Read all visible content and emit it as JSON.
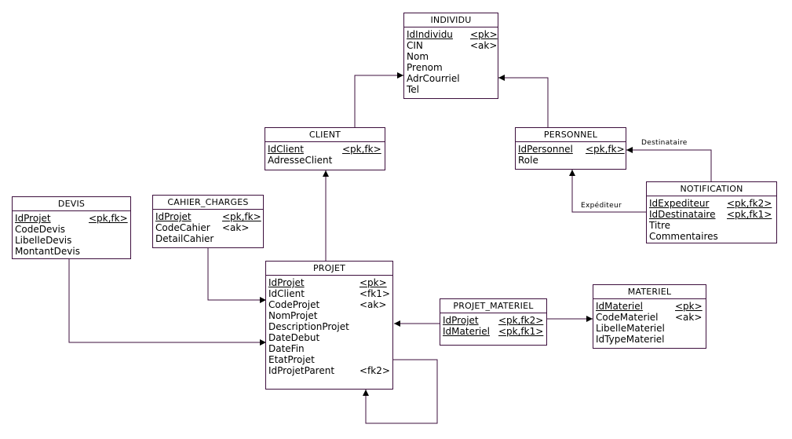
{
  "entities": {
    "individu": {
      "name": "INDIVIDU",
      "attributes": [
        {
          "name": "IdIndividu",
          "key": "<pk>",
          "pk": true
        },
        {
          "name": "CIN",
          "key": "<ak>",
          "pk": false
        },
        {
          "name": "Nom",
          "key": "",
          "pk": false
        },
        {
          "name": "Prenom",
          "key": "",
          "pk": false
        },
        {
          "name": "AdrCourriel",
          "key": "",
          "pk": false
        },
        {
          "name": "Tel",
          "key": "",
          "pk": false
        }
      ]
    },
    "client": {
      "name": "CLIENT",
      "attributes": [
        {
          "name": "IdClient",
          "key": "<pk,fk>",
          "pk": true
        },
        {
          "name": "AdresseClient",
          "key": "",
          "pk": false
        }
      ]
    },
    "personnel": {
      "name": "PERSONNEL",
      "attributes": [
        {
          "name": "IdPersonnel",
          "key": "<pk,fk>",
          "pk": true
        },
        {
          "name": "Role",
          "key": "",
          "pk": false
        }
      ]
    },
    "notification": {
      "name": "NOTIFICATION",
      "attributes": [
        {
          "name": "IdExpediteur",
          "key": "<pk,fk2>",
          "pk": true
        },
        {
          "name": "IdDestinataire",
          "key": "<pk,fk1>",
          "pk": true
        },
        {
          "name": "Titre",
          "key": "",
          "pk": false
        },
        {
          "name": "Commentaires",
          "key": "",
          "pk": false
        }
      ]
    },
    "devis": {
      "name": "DEVIS",
      "attributes": [
        {
          "name": "IdProjet",
          "key": "<pk,fk>",
          "pk": true
        },
        {
          "name": "CodeDevis",
          "key": "",
          "pk": false
        },
        {
          "name": "LibelleDevis",
          "key": "",
          "pk": false
        },
        {
          "name": "MontantDevis",
          "key": "",
          "pk": false
        }
      ]
    },
    "cahier_charges": {
      "name": "CAHIER_CHARGES",
      "attributes": [
        {
          "name": "IdProjet",
          "key": "<pk,fk>",
          "pk": true
        },
        {
          "name": "CodeCahier",
          "key": "<ak>",
          "pk": false
        },
        {
          "name": "DetailCahier",
          "key": "",
          "pk": false
        }
      ]
    },
    "projet": {
      "name": "PROJET",
      "attributes": [
        {
          "name": "IdProjet",
          "key": "<pk>",
          "pk": true
        },
        {
          "name": "IdClient",
          "key": "<fk1>",
          "pk": false
        },
        {
          "name": "CodeProjet",
          "key": "<ak>",
          "pk": false
        },
        {
          "name": "NomProjet",
          "key": "",
          "pk": false
        },
        {
          "name": "DescriptionProjet",
          "key": "",
          "pk": false
        },
        {
          "name": "DateDebut",
          "key": "",
          "pk": false
        },
        {
          "name": "DateFin",
          "key": "",
          "pk": false
        },
        {
          "name": "EtatProjet",
          "key": "",
          "pk": false
        },
        {
          "name": "IdProjetParent",
          "key": "<fk2>",
          "pk": false
        }
      ]
    },
    "projet_materiel": {
      "name": "PROJET_MATERIEL",
      "attributes": [
        {
          "name": "IdProjet",
          "key": "<pk,fk2>",
          "pk": true
        },
        {
          "name": "IdMateriel",
          "key": "<pk,fk1>",
          "pk": true
        }
      ]
    },
    "materiel": {
      "name": "MATERIEL",
      "attributes": [
        {
          "name": "IdMateriel",
          "key": "<pk>",
          "pk": true
        },
        {
          "name": "CodeMateriel",
          "key": "<ak>",
          "pk": false
        },
        {
          "name": "LibelleMateriel",
          "key": "",
          "pk": false
        },
        {
          "name": "IdTypeMateriel",
          "key": "",
          "pk": false
        }
      ]
    }
  },
  "relationship_labels": {
    "destinataire": "Destinataire",
    "expediteur": "Expéditeur"
  },
  "colors": {
    "border": "#3d0f3d",
    "line": "#3d0f3d"
  }
}
